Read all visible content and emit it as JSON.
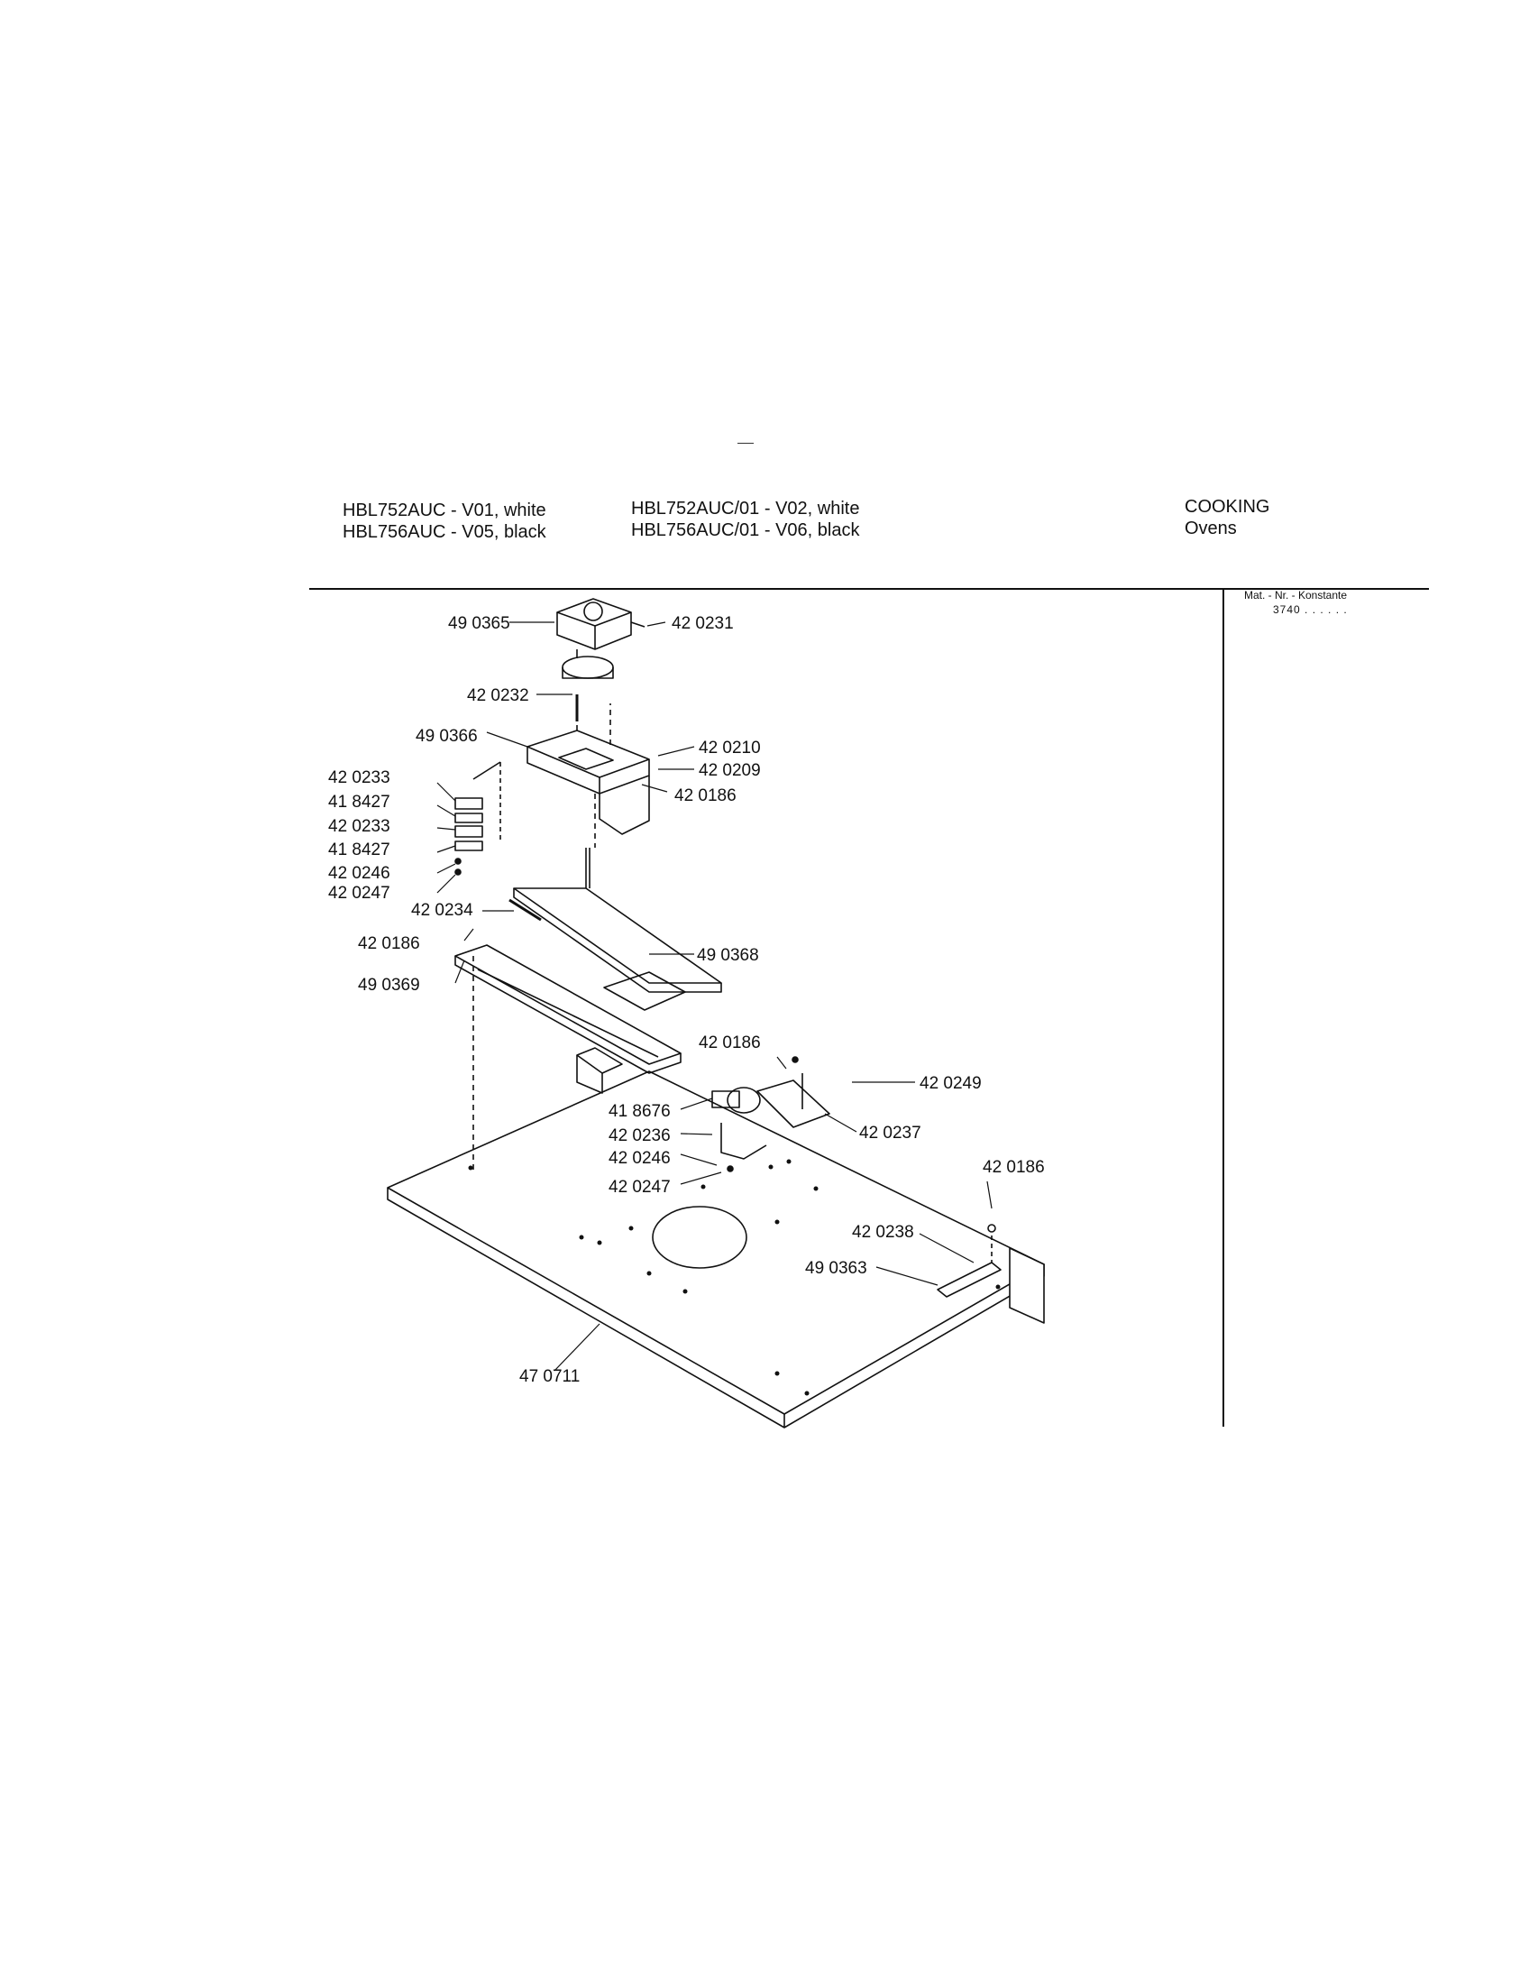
{
  "header": {
    "left": [
      "HBL752AUC - V01, white",
      "HBL756AUC - V05, black"
    ],
    "middle": [
      "HBL752AUC/01 - V02, white",
      "HBL756AUC/01 - V06, black"
    ],
    "category": "COOKING",
    "subcategory": "Ovens"
  },
  "mat_nr": {
    "label": "Mat. - Nr. - Konstante",
    "value": "3740 . .   . . . ."
  },
  "parts": [
    {
      "id": "p1",
      "label": "49 0365"
    },
    {
      "id": "p2",
      "label": "42 0231"
    },
    {
      "id": "p3",
      "label": "42 0232"
    },
    {
      "id": "p4",
      "label": "49 0366"
    },
    {
      "id": "p5",
      "label": "42 0210"
    },
    {
      "id": "p6",
      "label": "42 0209"
    },
    {
      "id": "p7",
      "label": "42 0186"
    },
    {
      "id": "p8",
      "label": "42 0233"
    },
    {
      "id": "p9",
      "label": "41 8427"
    },
    {
      "id": "p10",
      "label": "42 0233"
    },
    {
      "id": "p11",
      "label": "41 8427"
    },
    {
      "id": "p12",
      "label": "42 0246"
    },
    {
      "id": "p13",
      "label": "42 0247"
    },
    {
      "id": "p14",
      "label": "42 0234"
    },
    {
      "id": "p15",
      "label": "42 0186"
    },
    {
      "id": "p16",
      "label": "49 0369"
    },
    {
      "id": "p17",
      "label": "49 0368"
    },
    {
      "id": "p18",
      "label": "42 0186"
    },
    {
      "id": "p19",
      "label": "42 0249"
    },
    {
      "id": "p20",
      "label": "41 8676"
    },
    {
      "id": "p21",
      "label": "42 0237"
    },
    {
      "id": "p22",
      "label": "42 0236"
    },
    {
      "id": "p23",
      "label": "42 0246"
    },
    {
      "id": "p24",
      "label": "42 0247"
    },
    {
      "id": "p25",
      "label": "42 0186"
    },
    {
      "id": "p26",
      "label": "42 0238"
    },
    {
      "id": "p27",
      "label": "49 0363"
    },
    {
      "id": "p28",
      "label": "47 0711"
    }
  ]
}
